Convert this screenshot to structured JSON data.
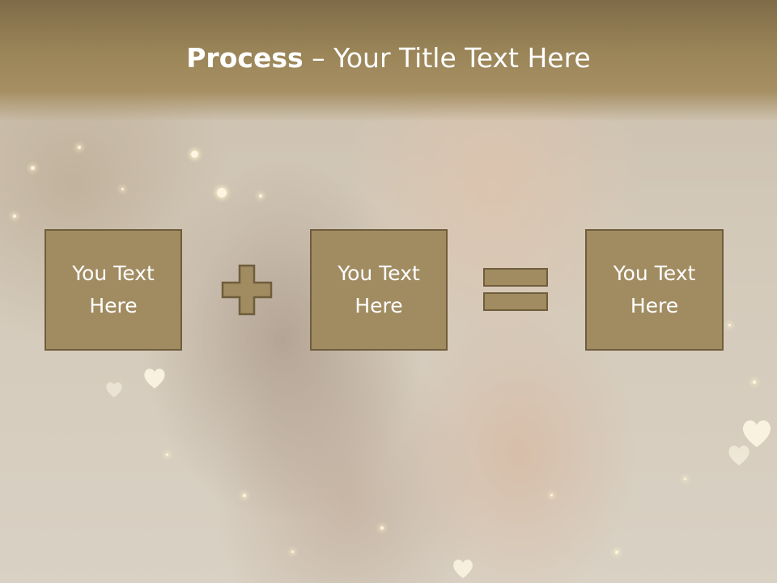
{
  "slide": {
    "title_bold": "Process",
    "title_rest": " – Your Title Text Here",
    "boxes": [
      {
        "text": "You Text Here"
      },
      {
        "text": "You Text Here"
      },
      {
        "text": "You Text Here"
      }
    ]
  },
  "operators": [
    "plus-icon",
    "equals-icon"
  ],
  "colors": {
    "header": "#9b8659",
    "box_fill": "#a18c62",
    "box_border": "#6f5d3c",
    "title_text": "#ffffff"
  }
}
